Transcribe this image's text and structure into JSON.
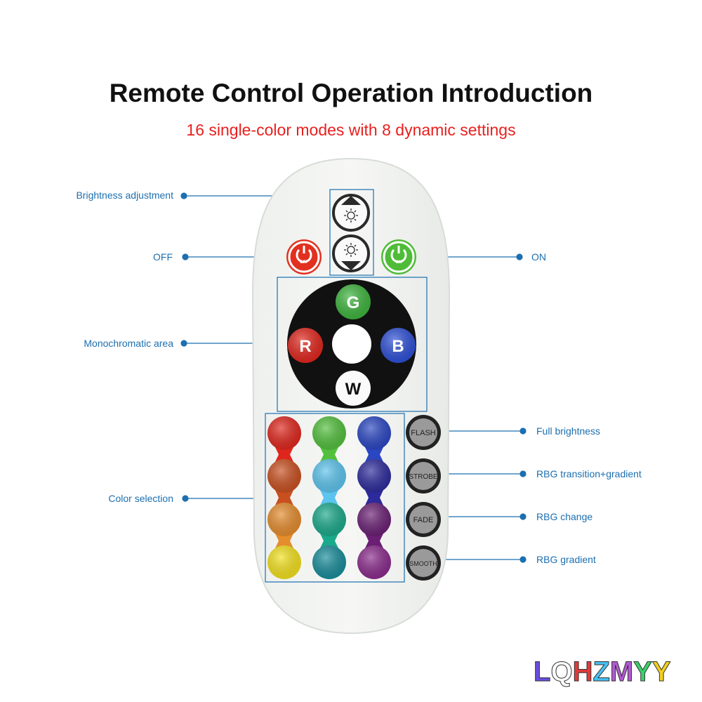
{
  "header": {
    "title": "Remote Control Operation Introduction",
    "subtitle": "16 single-color modes with 8 dynamic settings"
  },
  "labels": {
    "brightness": "Brightness adjustment",
    "off": "OFF",
    "on": "ON",
    "mono": "Monochromatic area",
    "color_selection": "Color selection",
    "flash_desc": "Full brightness",
    "strobe_desc": "RBG transition+gradient",
    "fade_desc": "RBG change",
    "smooth_desc": "RBG gradient"
  },
  "remote": {
    "off_text": "OFF",
    "on_text": "ON",
    "g": "G",
    "r": "R",
    "b": "B",
    "w": "W",
    "flash": "FLASH",
    "strobe": "STROBE",
    "fade": "FADE",
    "smooth": "SMOOTH",
    "color_grid": [
      [
        "#e0261c",
        "#52c03c",
        "#2a46c2"
      ],
      [
        "#c94f1f",
        "#5cc4ee",
        "#2c2a9c"
      ],
      [
        "#e58c2c",
        "#1aa98a",
        "#6a1f74"
      ],
      [
        "#f3e11c",
        "#178c9a",
        "#8a2a8c"
      ]
    ]
  },
  "brand": {
    "letters": [
      "L",
      "Q",
      "H",
      "Z",
      "M",
      "Y",
      "Y"
    ],
    "colors": [
      "#6a4ce0",
      "#ffffff",
      "#e03a3a",
      "#44c0f0",
      "#b05ad0",
      "#3ad06a",
      "#f0d020"
    ]
  },
  "colors": {
    "accent_blue": "#1c6fb0",
    "subtitle_red": "#e8201e"
  }
}
